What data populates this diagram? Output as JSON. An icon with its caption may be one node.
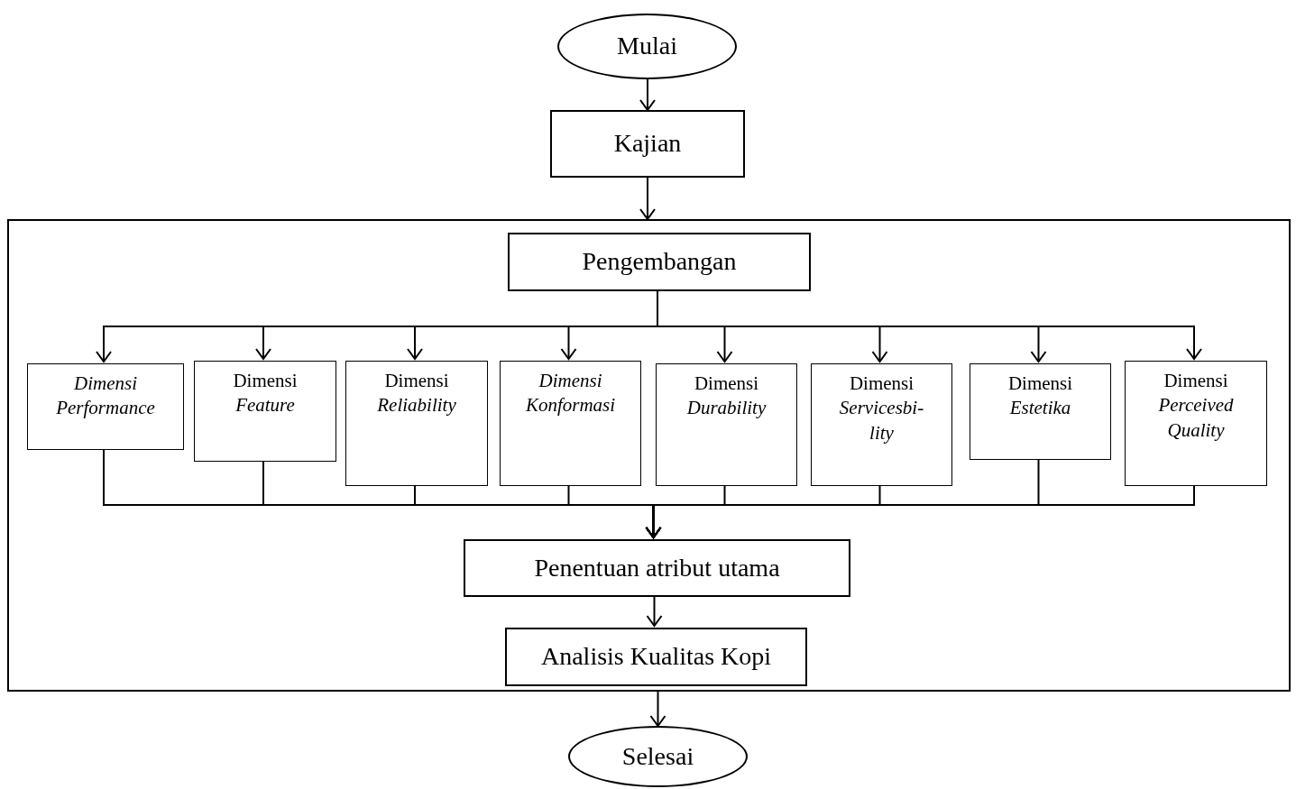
{
  "diagram": {
    "nodes": [
      {
        "text": [
          "Mulai"
        ]
      },
      {
        "text": [
          "Kajian"
        ]
      },
      {
        "text": [],
        "shape": "box"
      },
      {
        "text": [
          "Pengembangan"
        ],
        "in": 2
      },
      {
        "text": [
          "Dimensi Performance"
        ],
        "in": 2
      },
      {
        "text": [
          "Dimensi *Feature*"
        ],
        "in": 2
      },
      {
        "text": [
          "Dimensi *Reliability*"
        ],
        "in": 2
      },
      {
        "text": [
          "Dimensi Konformasi"
        ],
        "in": 2
      },
      {
        "text": [
          "Dimensi *Durability*"
        ],
        "in": 2
      },
      {
        "text": [
          "Dimensi *Servicesbi-lity*"
        ],
        "in": 2
      },
      {
        "text": [
          "Dimensi *Estetika*"
        ],
        "in": 2
      },
      {
        "text": [
          "Dimensi *Perceived Quality*"
        ],
        "in": 2
      },
      {
        "text": [
          "Penentuan atribut utama"
        ],
        "in": 2
      },
      {
        "text": [
          "Analisis Kualitas Kopi"
        ],
        "in": 2
      },
      {
        "text": [
          "Selesai"
        ]
      }
    ],
    "edges": [
      {
        "from": 0,
        "to": 1,
        "arrow": "to"
      },
      {
        "from": 1,
        "to": 2,
        "arrow": "to"
      },
      {
        "from": 3,
        "to": 4,
        "arrow": "to"
      },
      {
        "from": 3,
        "to": 5,
        "arrow": "to"
      },
      {
        "from": 3,
        "to": 6,
        "arrow": "to"
      },
      {
        "from": 3,
        "to": 7,
        "arrow": "to"
      },
      {
        "from": 3,
        "to": 8,
        "arrow": "to"
      },
      {
        "from": 3,
        "to": 9,
        "arrow": "to"
      },
      {
        "from": 3,
        "to": 10,
        "arrow": "to"
      },
      {
        "from": 3,
        "to": 11,
        "arrow": "to"
      },
      {
        "from": 4,
        "to": 12,
        "arrow": "to"
      },
      {
        "from": 5,
        "to": 12,
        "arrow": "to"
      },
      {
        "from": 6,
        "to": 12,
        "arrow": "to"
      },
      {
        "from": 7,
        "to": 12,
        "arrow": "to"
      },
      {
        "from": 8,
        "to": 12,
        "arrow": "to"
      },
      {
        "from": 9,
        "to": 12,
        "arrow": "to"
      },
      {
        "from": 10,
        "to": 12,
        "arrow": "to"
      },
      {
        "from": 11,
        "to": 12,
        "arrow": "to"
      },
      {
        "from": 12,
        "to": 13,
        "arrow": "to"
      },
      {
        "from": 2,
        "to": 14,
        "arrow": "to"
      }
    ]
  }
}
